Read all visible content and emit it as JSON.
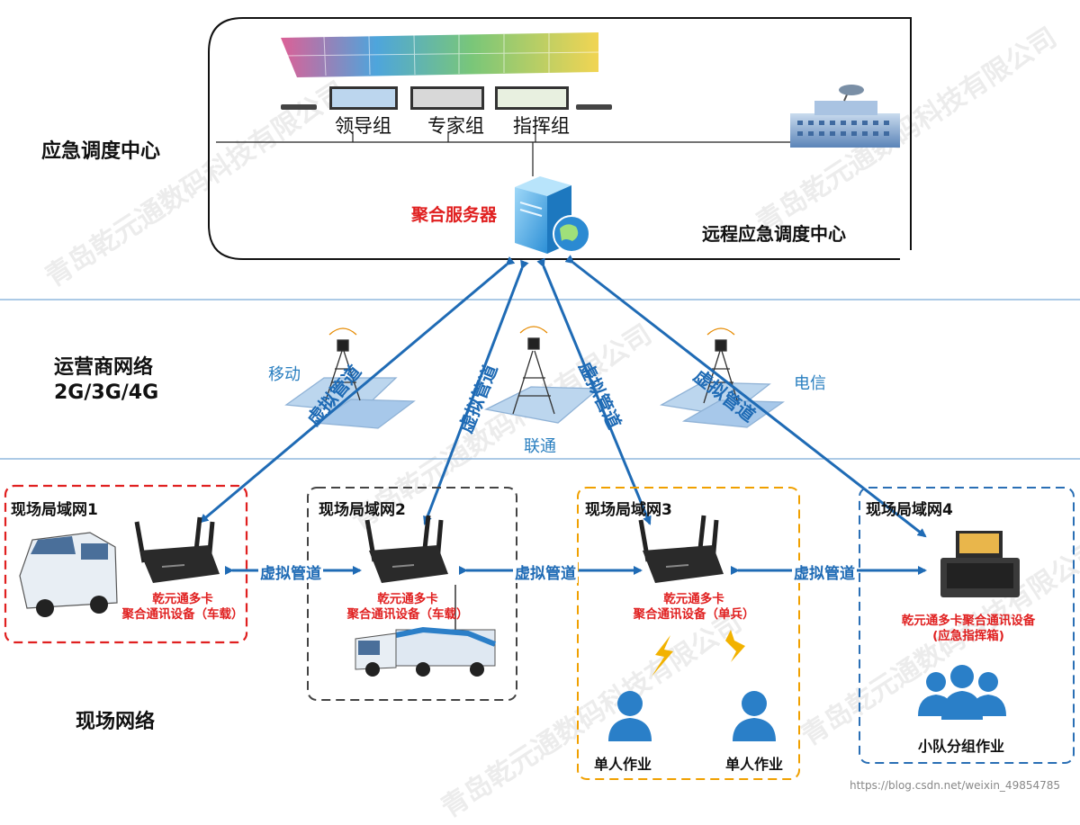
{
  "control_center": {
    "title": "应急调度中心",
    "groups": [
      "领导组",
      "专家组",
      "指挥组"
    ],
    "server_label": "聚合服务器",
    "remote_label": "远程应急调度中心"
  },
  "operator_network": {
    "title_line1": "运营商网络",
    "title_line2": "2G/3G/4G",
    "operators": [
      "移动",
      "联通",
      "电信"
    ]
  },
  "pipe_label": "虚拟管道",
  "field_network": {
    "title": "现场网络",
    "lans": [
      {
        "title": "现场局域网1",
        "device_line1": "乾元通多卡",
        "device_line2": "聚合通讯设备（车载）",
        "border_color": "#e02020"
      },
      {
        "title": "现场局域网2",
        "device_line1": "乾元通多卡",
        "device_line2": "聚合通讯设备（车载）",
        "border_color": "#444444"
      },
      {
        "title": "现场局域网3",
        "device_line1": "乾元通多卡",
        "device_line2": "聚合通讯设备（单兵）",
        "border_color": "#f0a000"
      },
      {
        "title": "现场局域网4",
        "device_line1": "乾元通多卡聚合通讯设备",
        "device_line2": "(应急指挥箱)",
        "border_color": "#2a6fb5"
      }
    ],
    "single_worker": "单人作业",
    "squad_work": "小队分组作业"
  },
  "watermark": {
    "company": "青岛乾元通数码科技有限公司",
    "url": "https://blog.csdn.net/weixin_49854785"
  },
  "colors": {
    "pipe_blue": "#1f6bb5",
    "label_red": "#e02020",
    "divider_blue": "#7aaad8"
  }
}
